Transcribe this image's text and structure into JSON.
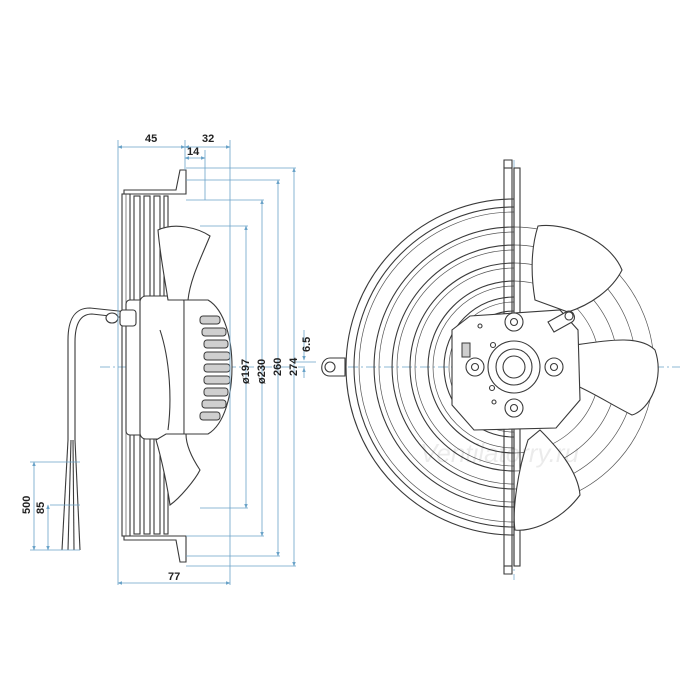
{
  "dimensions": {
    "top_width_left": "45",
    "top_width_right": "32",
    "top_offset": "14",
    "diameter_197": "ø197",
    "diameter_230": "ø230",
    "diameter_260": "260",
    "diameter_274": "274",
    "mount_offset": "6.5",
    "cable_length": "500",
    "cable_strip": "85",
    "overall_depth": "77"
  },
  "watermark": "Ventilatorry.ru",
  "colors": {
    "dimension_line": "#6aa3c8",
    "outline": "#3a3a3a"
  }
}
